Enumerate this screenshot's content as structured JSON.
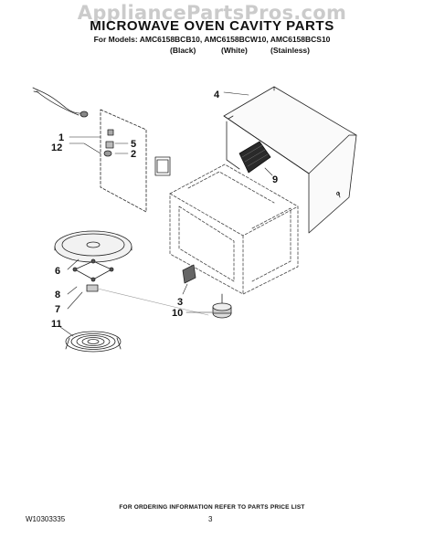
{
  "watermark": "AppliancePartsPros.com",
  "title": "MICROWAVE OVEN CAVITY PARTS",
  "models_line": "For Models: AMC6158BCB10, AMC6158BCW10, AMC6158BCS10",
  "finishes": [
    "(Black)",
    "(White)",
    "(Stainless)"
  ],
  "callouts": [
    "1",
    "2",
    "3",
    "4",
    "5",
    "6",
    "7",
    "8",
    "9",
    "10",
    "11",
    "12"
  ],
  "footer": {
    "note": "FOR ORDERING INFORMATION REFER TO PARTS PRICE LIST",
    "doc_number": "W10303335",
    "page_number": "3"
  }
}
